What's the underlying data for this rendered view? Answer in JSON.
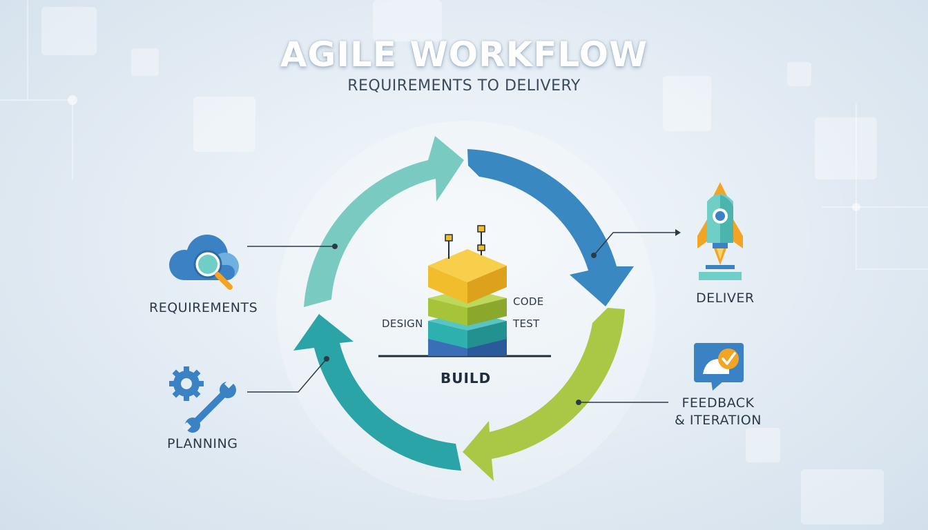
{
  "header": {
    "title": "AGILE WORKFLOW",
    "subtitle": "REQUIREMENTS TO DELIVERY"
  },
  "stages": {
    "requirements": "REQUIREMENTS",
    "planning": "PLANNING",
    "deliver": "DELIVER",
    "feedback_line1": "FEEDBACK",
    "feedback_line2": "& ITERATION"
  },
  "build": {
    "label": "BUILD",
    "layers": {
      "code": "CODE",
      "design": "DESIGN",
      "test": "TEST"
    }
  },
  "colors": {
    "arrow_teal_light": "#79cbc2",
    "arrow_blue": "#3a88c2",
    "arrow_green": "#a9c845",
    "arrow_teal": "#2aa4a6",
    "stack_yellow": "#f2bd2c",
    "stack_green": "#a6c43a",
    "stack_teal": "#2eb0ae",
    "stack_blue": "#3a6fb8",
    "icon_blue": "#3b82c4",
    "icon_orange": "#f2a425"
  },
  "icons": {
    "requirements": "cloud-magnifier-icon",
    "planning": "gear-wrench-icon",
    "deliver": "rocket-icon",
    "feedback": "chat-checkmark-icon"
  }
}
